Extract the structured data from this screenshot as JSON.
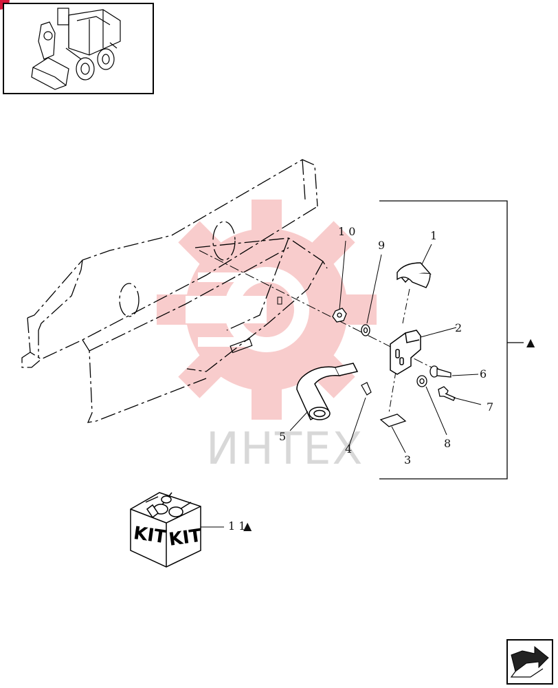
{
  "watermark": {
    "text": "ИНТЕХ",
    "color": "#f4a3a3"
  },
  "kit": {
    "label_left": "KIT",
    "label_right": "KIT"
  },
  "callouts": {
    "c1": "1",
    "c2": "2",
    "c3": "3",
    "c4": "4",
    "c5": "5",
    "c6": "6",
    "c7": "7",
    "c8": "8",
    "c9": "9",
    "c10": "1 0",
    "c11": "1 1"
  },
  "symbols": {
    "triangle": "▲"
  },
  "icons": {
    "thumbnail": "skid-steer-loader-icon",
    "nav": "next-page-arrow-icon",
    "corner": "red-corner-badge-icon"
  }
}
